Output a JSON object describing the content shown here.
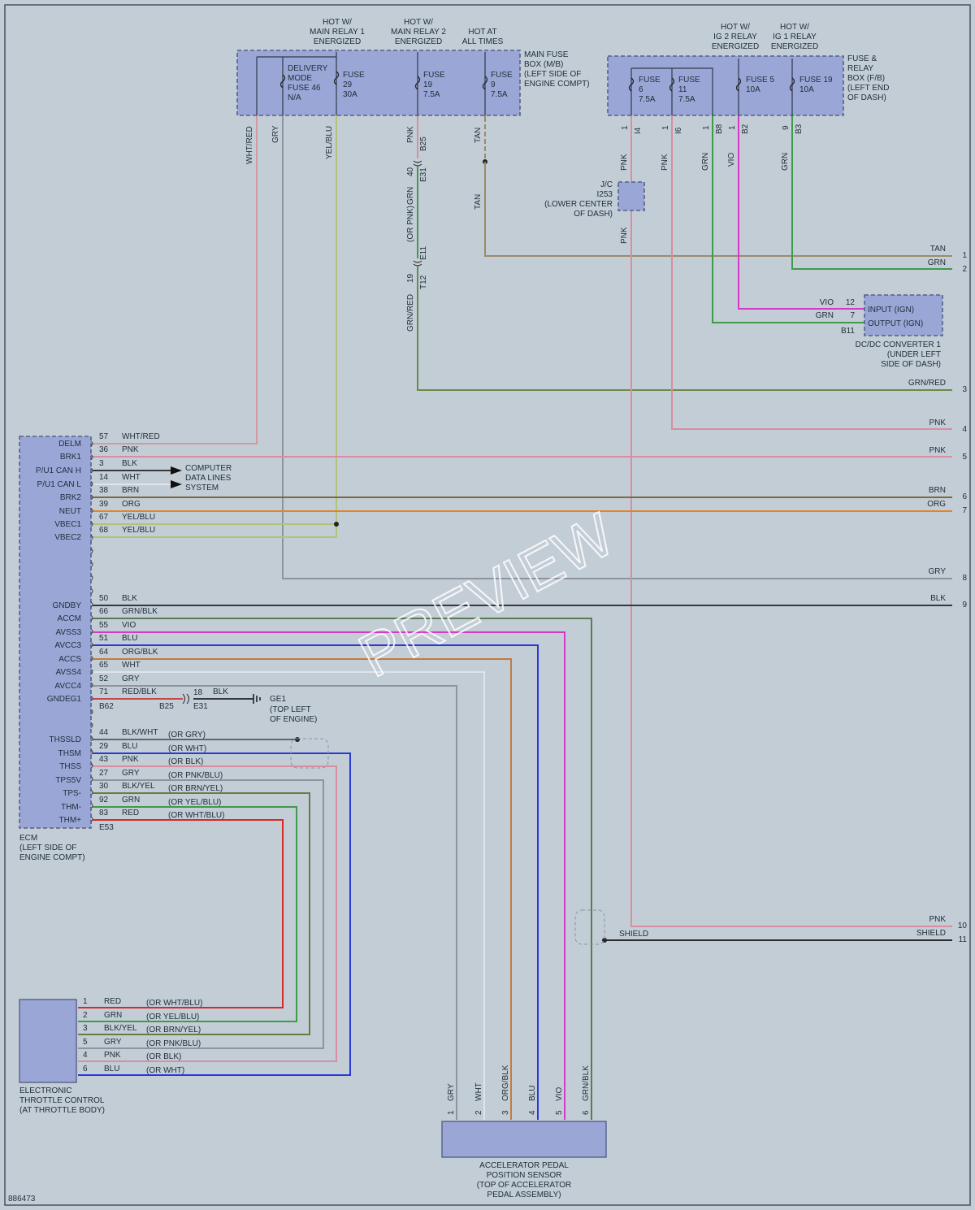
{
  "doc_id": "886473",
  "watermark": "PREVIEW",
  "colors": {
    "WHT/RED": "#d09a9e",
    "GRY": "#8e949e",
    "YEL/BLU": "#b2c27a",
    "PNK": "#d88ea0",
    "TAN": "#9a8c68",
    "GRN": "#3f9a4a",
    "VIO": "#d838c8",
    "GRN/RED": "#6a8a48",
    "BLK": "#36383e",
    "WHT": "#dfe4ea",
    "BRN": "#7c6a3a",
    "ORG": "#e08428",
    "GRN/BLK": "#5a7a58",
    "BLU": "#2a38d8",
    "ORG/BLK": "#c07c42",
    "RED/BLK": "#c04a4a",
    "BLK/WHT": "#60646e",
    "BLK/YEL": "#6a7a46",
    "RED": "#d82828",
    "SHIELD": "#2a2c30"
  },
  "hot": {
    "main1": [
      "HOT W/",
      "MAIN RELAY 1",
      "ENERGIZED"
    ],
    "main2": [
      "HOT W/",
      "MAIN RELAY 2",
      "ENERGIZED"
    ],
    "all": [
      "HOT AT",
      "ALL TIMES"
    ],
    "ig2": [
      "HOT W/",
      "IG 2 RELAY",
      "ENERGIZED"
    ],
    "ig1": [
      "HOT W/",
      "IG 1 RELAY",
      "ENERGIZED"
    ]
  },
  "mfb": {
    "label": [
      "MAIN FUSE",
      "BOX (M/B)",
      "(LEFT SIDE OF",
      "ENGINE COMPT)"
    ],
    "delivery": [
      "DELIVERY",
      "MODE",
      "FUSE 46",
      "N/A"
    ],
    "f29": [
      "FUSE",
      "29",
      "30A"
    ],
    "f19": [
      "FUSE",
      "19",
      "7.5A"
    ],
    "f9": [
      "FUSE",
      "9",
      "7.5A"
    ]
  },
  "frb": {
    "label": [
      "FUSE &",
      "RELAY",
      "BOX (F/B)",
      "(LEFT END",
      "OF DASH)"
    ],
    "f6": [
      "FUSE",
      "6",
      "7.5A"
    ],
    "f11": [
      "FUSE",
      "11",
      "7.5A"
    ],
    "f5": [
      "FUSE 5",
      "10A"
    ],
    "f19": [
      "FUSE 19",
      "10A"
    ]
  },
  "frb_pins": {
    "p1a": "1",
    "c1a": "I4",
    "p1b": "1",
    "c1b": "I6",
    "p1c": "1",
    "c1c": "B8",
    "p1d": "1",
    "c1d": "B2",
    "p9": "9",
    "c9": "B3"
  },
  "top_wires": {
    "wht_red": "WHT/RED",
    "gry": "GRY",
    "yel_blu": "YEL/BLU",
    "pnk": "PNK",
    "b25": "B25",
    "tan": "TAN",
    "tan2": "TAN",
    "e31_pin": "40",
    "e31": "E31",
    "grn": "GRN",
    "or_pnk": "(OR PNK)",
    "e11": "E11",
    "t12_pin": "19",
    "t12": "T12",
    "grn_red": "GRN/RED",
    "pnk_a": "PNK",
    "pnk_b": "PNK",
    "pnk_c": "PNK",
    "grn_a": "GRN",
    "vio": "VIO",
    "grn_b": "GRN"
  },
  "jc": {
    "label": [
      "J/C",
      "I253",
      "(LOWER CENTER",
      "OF DASH)"
    ]
  },
  "dcdc": {
    "label": [
      "DC/DC CONVERTER 1",
      "(UNDER LEFT",
      "SIDE OF DASH)"
    ],
    "input": "INPUT (IGN)",
    "output": "OUTPUT (IGN)",
    "vio": "VIO",
    "vio_pin": "12",
    "grn": "GRN",
    "grn_pin": "7",
    "conn": "B11"
  },
  "right_terms": [
    {
      "label": "TAN",
      "num": "1"
    },
    {
      "label": "GRN",
      "num": "2"
    },
    {
      "label": "GRN/RED",
      "num": "3"
    },
    {
      "label": "PNK",
      "num": "4"
    },
    {
      "label": "PNK",
      "num": "5"
    },
    {
      "label": "BRN",
      "num": "6"
    },
    {
      "label": "ORG",
      "num": "7"
    },
    {
      "label": "GRY",
      "num": "8"
    },
    {
      "label": "BLK",
      "num": "9"
    },
    {
      "label": "PNK",
      "num": "10"
    },
    {
      "label": "SHIELD",
      "num": "11"
    }
  ],
  "shield_label": "SHIELD",
  "ecm": {
    "label": [
      "ECM",
      "(LEFT SIDE OF",
      "ENGINE COMPT)"
    ],
    "conn_top": "B62",
    "conn_bot": "E53"
  },
  "ecm_pins": [
    {
      "name": "DELM",
      "pin": "57",
      "color": "WHT/RED"
    },
    {
      "name": "BRK1",
      "pin": "36",
      "color": "PNK"
    },
    {
      "name": "P/U1 CAN H",
      "pin": "3",
      "color": "BLK"
    },
    {
      "name": "P/U1 CAN L",
      "pin": "14",
      "color": "WHT"
    },
    {
      "name": "BRK2",
      "pin": "38",
      "color": "BRN"
    },
    {
      "name": "NEUT",
      "pin": "39",
      "color": "ORG"
    },
    {
      "name": "VBEC1",
      "pin": "67",
      "color": "YEL/BLU"
    },
    {
      "name": "VBEC2",
      "pin": "68",
      "color": "YEL/BLU"
    },
    {
      "name": "GNDBY",
      "pin": "50",
      "color": "BLK"
    },
    {
      "name": "ACCM",
      "pin": "66",
      "color": "GRN/BLK"
    },
    {
      "name": "AVSS3",
      "pin": "55",
      "color": "VIO"
    },
    {
      "name": "AVCC3",
      "pin": "51",
      "color": "BLU"
    },
    {
      "name": "ACCS",
      "pin": "64",
      "color": "ORG/BLK"
    },
    {
      "name": "AVSS4",
      "pin": "65",
      "color": "WHT"
    },
    {
      "name": "AVCC4",
      "pin": "52",
      "color": "GRY"
    },
    {
      "name": "GNDEG1",
      "pin": "71",
      "color": "RED/BLK"
    },
    {
      "name": "THSSLD",
      "pin": "44",
      "color": "BLK/WHT",
      "alt": "(OR GRY)"
    },
    {
      "name": "THSM",
      "pin": "29",
      "color": "BLU",
      "alt": "(OR WHT)"
    },
    {
      "name": "THSS",
      "pin": "43",
      "color": "PNK",
      "alt": "(OR BLK)"
    },
    {
      "name": "TPS5V",
      "pin": "27",
      "color": "GRY",
      "alt": "(OR PNK/BLU)"
    },
    {
      "name": "TPS-",
      "pin": "30",
      "color": "BLK/YEL",
      "alt": "(OR BRN/YEL)"
    },
    {
      "name": "THM-",
      "pin": "92",
      "color": "GRN",
      "alt": "(OR YEL/BLU)"
    },
    {
      "name": "THM+",
      "pin": "83",
      "color": "RED",
      "alt": "(OR WHT/BLU)"
    }
  ],
  "cdl": [
    "COMPUTER",
    "DATA LINES",
    "SYSTEM"
  ],
  "ground": {
    "b25": "B25",
    "pin": "18",
    "color": "BLK",
    "e31": "E31",
    "name": "GE1",
    "desc": [
      "(TOP LEFT",
      "OF ENGINE)"
    ]
  },
  "etc": {
    "label": [
      "ELECTRONIC",
      "THROTTLE CONTROL",
      "(AT THROTTLE BODY)"
    ],
    "pins": [
      {
        "pin": "1",
        "color": "RED",
        "alt": "(OR WHT/BLU)"
      },
      {
        "pin": "2",
        "color": "GRN",
        "alt": "(OR YEL/BLU)"
      },
      {
        "pin": "3",
        "color": "BLK/YEL",
        "alt": "(OR BRN/YEL)"
      },
      {
        "pin": "5",
        "color": "GRY",
        "alt": "(OR PNK/BLU)"
      },
      {
        "pin": "4",
        "color": "PNK",
        "alt": "(OR BLK)"
      },
      {
        "pin": "6",
        "color": "BLU",
        "alt": "(OR WHT)"
      }
    ]
  },
  "apps": {
    "label": [
      "ACCELERATOR PEDAL",
      "POSITION SENSOR",
      "(TOP OF ACCELERATOR",
      "PEDAL ASSEMBLY)"
    ],
    "pins": [
      {
        "pin": "1",
        "color": "GRY"
      },
      {
        "pin": "2",
        "color": "WHT"
      },
      {
        "pin": "3",
        "color": "ORG/BLK"
      },
      {
        "pin": "4",
        "color": "BLU"
      },
      {
        "pin": "5",
        "color": "VIO"
      },
      {
        "pin": "6",
        "color": "GRN/BLK"
      }
    ]
  }
}
